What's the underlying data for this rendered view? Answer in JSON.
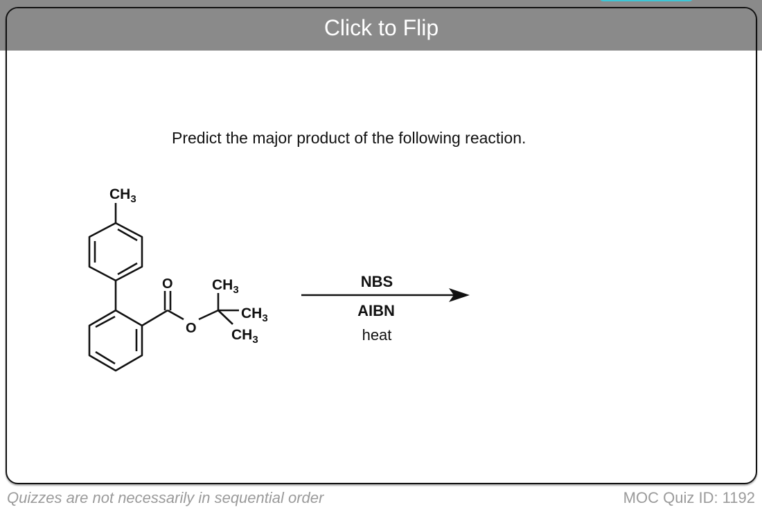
{
  "card": {
    "flip_label": "Click to Flip",
    "question": "Predict the major product of the following reaction.",
    "reagents": [
      "NBS",
      "AIBN",
      "heat"
    ],
    "molecule_labels": {
      "para_methyl": "CH3",
      "carbonyl_o": "O",
      "ester_o": "O",
      "tbu_methyls": [
        "CH3",
        "CH3",
        "CH3"
      ]
    }
  },
  "footer": {
    "note": "Quizzes are not necessarily in sequential order",
    "quiz_id": "MOC Quiz ID: 1192"
  }
}
